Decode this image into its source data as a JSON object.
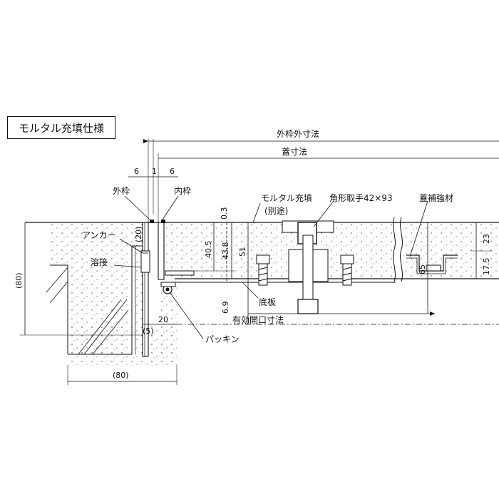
{
  "title": "モルタル充填仕様",
  "labels": {
    "outer_frame_outer": "外枠外寸法",
    "cover_dim": "蓋寸法",
    "outer_frame": "外枠",
    "inner_frame": "内枠",
    "mortar_fill": "モルタル充填",
    "mortar_separate": "(別途)",
    "square_handle": "角形取手42×93",
    "cover_reinforce": "蓋補強材",
    "anchor": "アンカー",
    "weld": "溶接",
    "bottom_plate": "底板",
    "effective_opening": "有効開口寸法",
    "packing": "パッキン"
  },
  "dims": {
    "d6a": "6",
    "d1": "1",
    "d6b": "6",
    "d03": "0.3",
    "d20v": "(20)",
    "d405": "40.5",
    "d438": "43.8",
    "d51": "51",
    "d65": "65",
    "d69": "6.9",
    "d23": "23",
    "d175": "17.5",
    "d80v": "(80)",
    "d20h": "20",
    "d5": "(5)",
    "d80h": "(80)"
  }
}
